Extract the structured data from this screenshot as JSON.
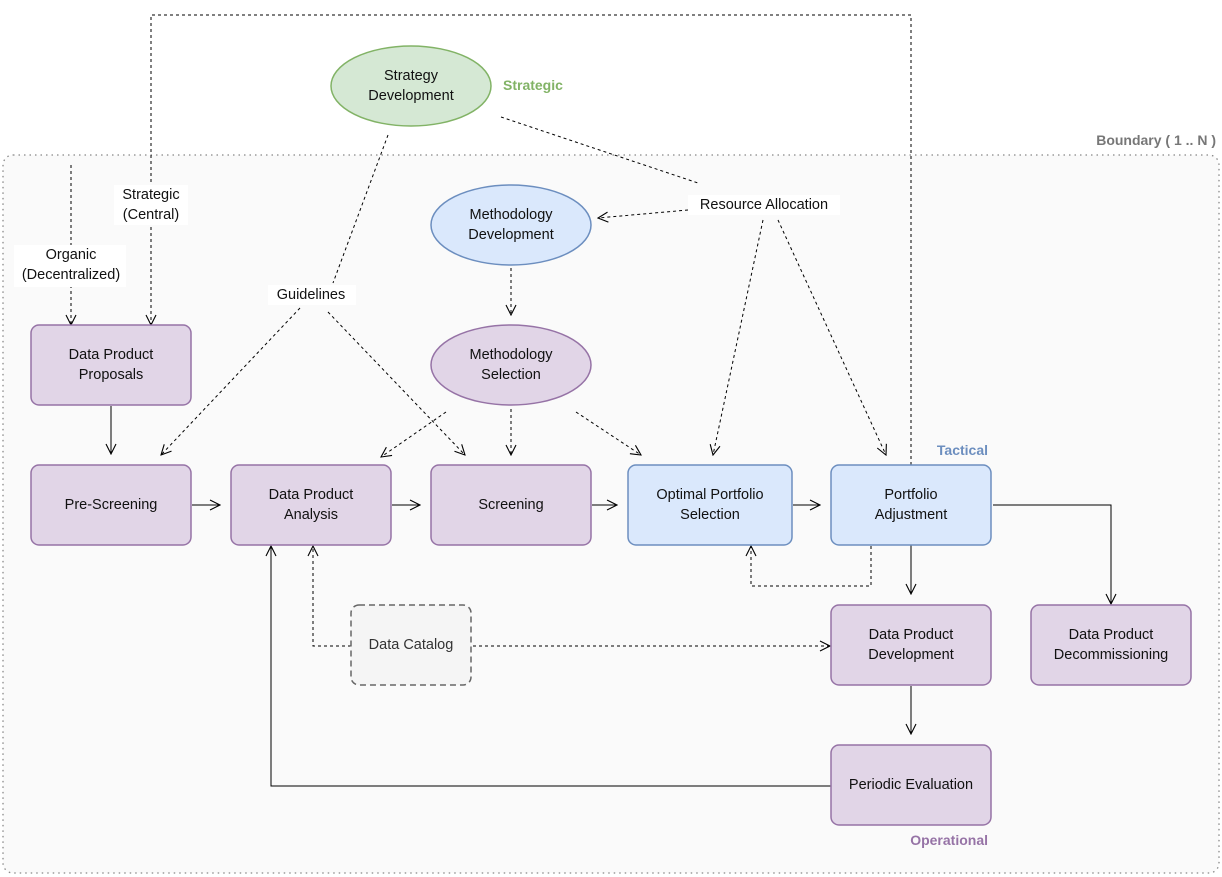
{
  "boundary": {
    "label": "Boundary ( 1 .. N )",
    "color": "#777777"
  },
  "layers": {
    "strategic": {
      "label": "Strategic",
      "color": "#82b366"
    },
    "tactical": {
      "label": "Tactical",
      "color": "#6c8ebf"
    },
    "operational": {
      "label": "Operational",
      "color": "#9673a6"
    }
  },
  "nodes": {
    "strategy_development": {
      "lines": [
        "Strategy",
        "Development"
      ],
      "shape": "ellipse",
      "style": "green"
    },
    "methodology_development": {
      "lines": [
        "Methodology",
        "Development"
      ],
      "shape": "ellipse",
      "style": "blue"
    },
    "methodology_selection": {
      "lines": [
        "Methodology",
        "Selection"
      ],
      "shape": "ellipse",
      "style": "purple"
    },
    "data_product_proposals": {
      "lines": [
        "Data Product",
        "Proposals"
      ],
      "shape": "box",
      "style": "purple"
    },
    "pre_screening": {
      "lines": [
        "Pre-Screening"
      ],
      "shape": "box",
      "style": "purple"
    },
    "data_product_analysis": {
      "lines": [
        "Data Product",
        "Analysis"
      ],
      "shape": "box",
      "style": "purple"
    },
    "screening": {
      "lines": [
        "Screening"
      ],
      "shape": "box",
      "style": "purple"
    },
    "optimal_portfolio_selection": {
      "lines": [
        "Optimal Portfolio",
        "Selection"
      ],
      "shape": "box",
      "style": "blue"
    },
    "portfolio_adjustment": {
      "lines": [
        "Portfolio",
        "Adjustment"
      ],
      "shape": "box",
      "style": "blue"
    },
    "data_product_development": {
      "lines": [
        "Data Product",
        "Development"
      ],
      "shape": "box",
      "style": "purple"
    },
    "data_product_decommissioning": {
      "lines": [
        "Data Product",
        "Decommissioning"
      ],
      "shape": "box",
      "style": "purple"
    },
    "periodic_evaluation": {
      "lines": [
        "Periodic Evaluation"
      ],
      "shape": "box",
      "style": "purple"
    },
    "data_catalog": {
      "lines": [
        "Data Catalog"
      ],
      "shape": "box",
      "style": "gray"
    }
  },
  "edge_labels": {
    "resource_allocation": {
      "lines": [
        "Resource Allocation"
      ]
    },
    "guidelines": {
      "lines": [
        "Guidelines"
      ]
    },
    "strategic_central": {
      "lines": [
        "Strategic",
        "(Central)"
      ]
    },
    "organic_decentralized": {
      "lines": [
        "Organic",
        "(Decentralized)"
      ]
    }
  },
  "styles": {
    "purple": {
      "fill": "#e1d5e7",
      "stroke": "#9673a6"
    },
    "blue": {
      "fill": "#dae8fc",
      "stroke": "#6c8ebf"
    },
    "green": {
      "fill": "#d5e8d4",
      "stroke": "#82b366"
    },
    "gray": {
      "fill": "#f5f5f5",
      "stroke": "#666666"
    }
  }
}
